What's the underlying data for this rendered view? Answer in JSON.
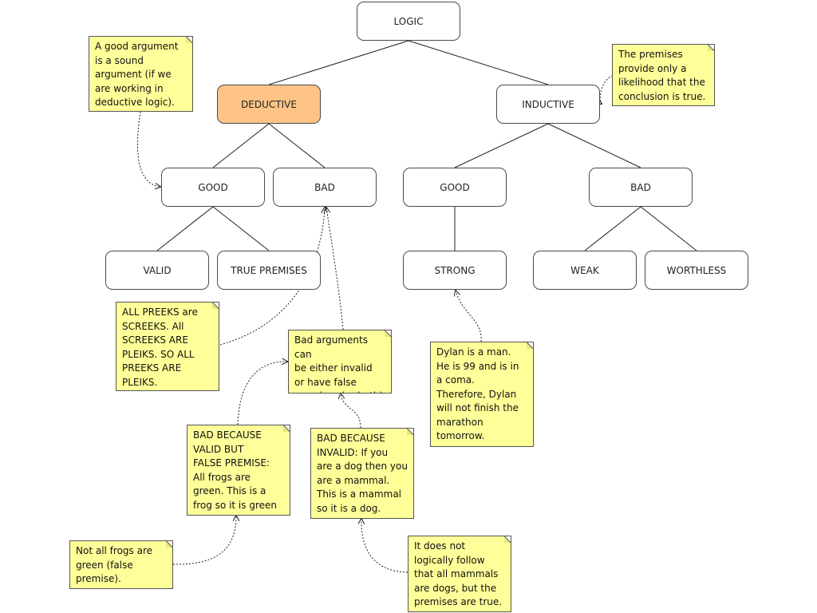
{
  "diagram": {
    "nodes": {
      "logic": "LOGIC",
      "deductive": "DEDUCTIVE",
      "inductive": "INDUCTIVE",
      "ded_good": "GOOD",
      "ded_bad": "BAD",
      "ind_good": "GOOD",
      "ind_bad": "BAD",
      "valid": "VALID",
      "true_premises": "TRUE PREMISES",
      "strong": "STRONG",
      "weak": "WEAK",
      "worthless": "WORTHLESS"
    },
    "notes": {
      "good_argument": "A good argument\nis a sound\nargument (if we\nare working in\ndeductive logic).",
      "premises_likelihood": "The premises\nprovide only a\nlikelihood that the\nconclusion is true.",
      "preeks": "ALL PREEKS are\nSCREEKS. All\nSCREEKS ARE\nPLEIKS. SO ALL\nPREEKS ARE\nPLEIKS.",
      "bad_arguments": "Bad arguments can\nbe either invalid\nor have false\npremises (or both)",
      "dylan": "Dylan is a man.\nHe is 99 and is in\na coma.\nTherefore, Dylan\nwill not finish the\nmarathon\ntomorrow.",
      "bad_valid_false": "BAD BECAUSE\nVALID BUT\nFALSE PREMISE:\nAll frogs are\ngreen. This is a\nfrog so it is green",
      "bad_invalid": "BAD BECAUSE\nINVALID:  If you\nare a dog then you\nare a mammal.\nThis is a mammal\nso it is a dog.",
      "not_all_frogs": "Not all frogs are\ngreen (false\npremise).",
      "not_follow": "It does not\nlogically follow\nthat all mammals\nare dogs, but the\npremises are true."
    },
    "colors": {
      "highlight": "#fec487",
      "note": "#ffff99",
      "node_border": "#4a4a4a",
      "line": "#222222"
    }
  }
}
